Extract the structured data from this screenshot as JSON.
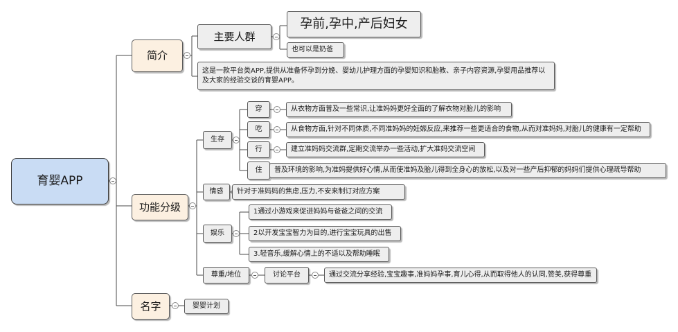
{
  "root": {
    "label": "育婴APP"
  },
  "intro": {
    "label": "简介",
    "main_group": {
      "label": "主要人群",
      "items": [
        "孕前,孕中,产后妇女",
        "也可以是奶爸"
      ]
    },
    "description": "这是一款平台类APP,提供从准备怀孕到分娩、婴幼儿护理方面的孕婴知识和胎教、亲子内容资源,孕婴用品推荐以及大家的经验交谈的育婴APP。"
  },
  "functions": {
    "label": "功能分级",
    "survival": {
      "label": "生存",
      "items": [
        {
          "label": "穿",
          "text": "从衣物方面普及一些常识,让准妈妈更好全面的了解衣物对胎儿的影响"
        },
        {
          "label": "吃",
          "text": "从食物方面,针对不同体质,不同准妈妈的妊娠反应,来推荐一些更适合的食物,从而对准妈妈,对胎儿的健康有一定帮助"
        },
        {
          "label": "行",
          "text": "建立准妈妈交流群,定期交流举办一些活动,扩大准妈交流空间"
        },
        {
          "label": "住",
          "text": "普及环境的影响,为准妈提供好心情,从而使准妈及胎儿得到全身心的放松,以及对一些产后抑郁的妈妈们提供心理疏导帮助"
        }
      ]
    },
    "emotion": {
      "label": "情感",
      "text": "针对于准妈妈的焦虑,压力,不安来制订对应方案"
    },
    "entertainment": {
      "label": "娱乐",
      "items": [
        "1通过小游戏来促进妈妈与爸爸之间的交流",
        "2以开发宝宝智力为目的,进行宝宝玩具的出售",
        "3.轻音乐,缓解心情上的不适以及帮助睡眠"
      ]
    },
    "respect": {
      "label": "尊重/地位",
      "platform": {
        "label": "讨论平台",
        "text": "通过交流分享经验,宝宝趣事,准妈妈孕事,育儿心得,从而取得他人的认同,赞美,获得尊重"
      }
    }
  },
  "name": {
    "label": "名字",
    "value": "婴婴计划"
  }
}
